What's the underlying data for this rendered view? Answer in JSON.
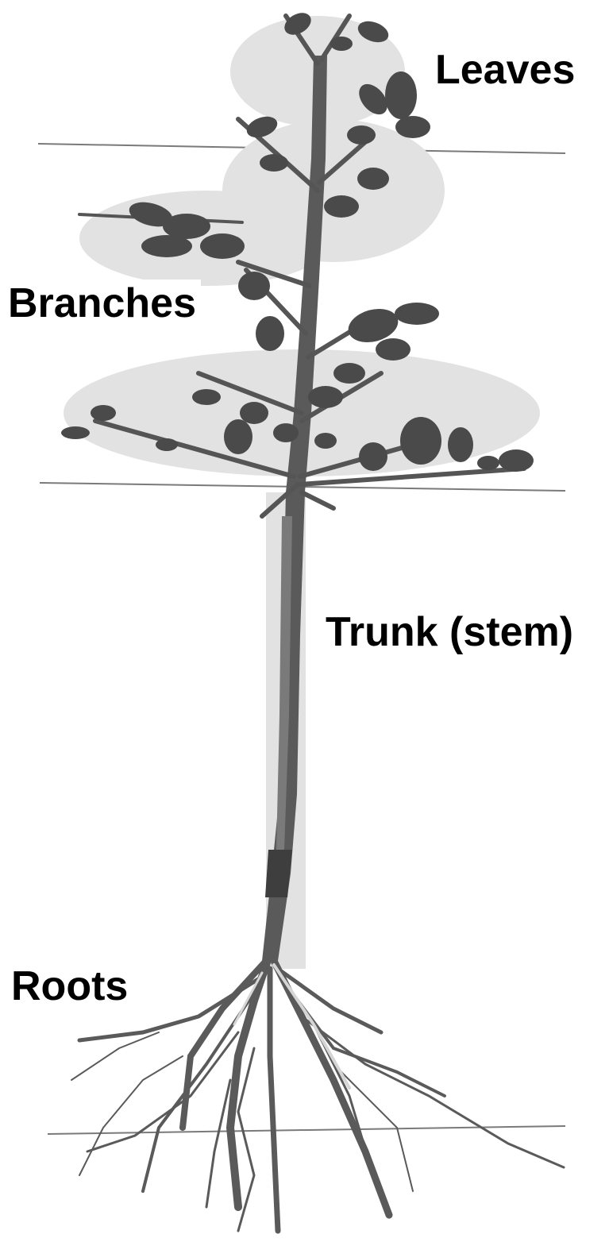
{
  "labels": {
    "leaves": "Leaves",
    "branches": "Branches",
    "trunk": "Trunk (stem)",
    "roots": "Roots"
  },
  "colors": {
    "background": "#ffffff",
    "plant_dark": "#4a4a4a",
    "plant_mid": "#6e6e6e",
    "plant_light": "#d8d8d8",
    "label_text": "#000000"
  }
}
